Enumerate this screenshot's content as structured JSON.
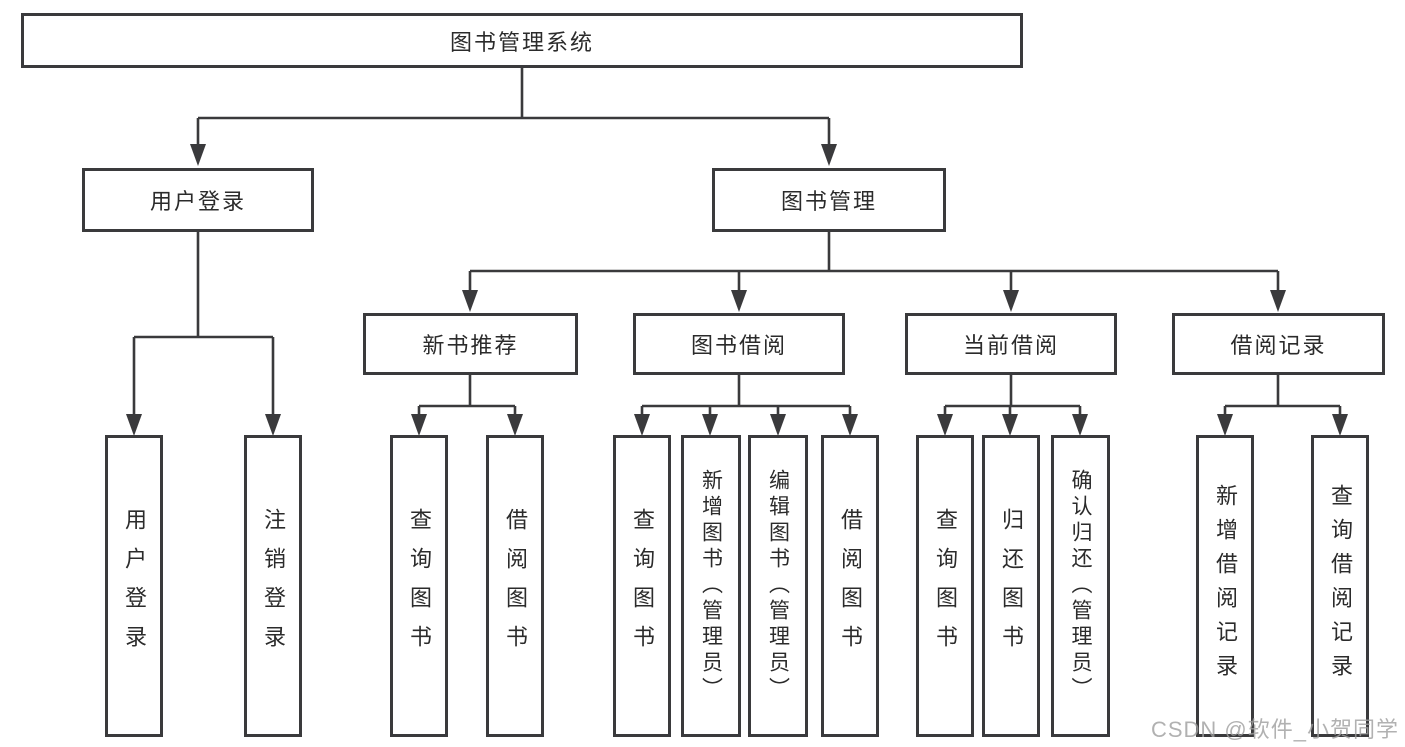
{
  "colors": {
    "line": "#3a3a3c",
    "text": "#2b2b2b",
    "watermark": "#9e9e9e",
    "background": "#ffffff"
  },
  "nodes": {
    "root": {
      "label": "图书管理系统"
    },
    "user_login": {
      "label": "用户登录"
    },
    "book_management": {
      "label": "图书管理"
    },
    "new_book_recommend": {
      "label": "新书推荐"
    },
    "book_borrow": {
      "label": "图书借阅"
    },
    "current_borrow": {
      "label": "当前借阅"
    },
    "borrow_records": {
      "label": "借阅记录"
    },
    "leaf_user_login": {
      "label": "用户登录"
    },
    "leaf_logout": {
      "label": "注销登录"
    },
    "leaf_nbr_query_books": {
      "label": "查询图书"
    },
    "leaf_nbr_borrow_books": {
      "label": "借阅图书"
    },
    "leaf_bb_query_books": {
      "label": "查询图书"
    },
    "leaf_bb_add_books": {
      "label": "新增图书（管理员）"
    },
    "leaf_bb_edit_books": {
      "label": "编辑图书（管理员）"
    },
    "leaf_bb_borrow_books": {
      "label": "借阅图书"
    },
    "leaf_cb_query_books": {
      "label": "查询图书"
    },
    "leaf_cb_return_books": {
      "label": "归还图书"
    },
    "leaf_cb_confirm_return": {
      "label": "确认归还（管理员）"
    },
    "leaf_br_add_record": {
      "label": "新增借阅记录"
    },
    "leaf_br_query_record": {
      "label": "查询借阅记录"
    }
  },
  "watermark": {
    "text": "CSDN @软件_小贺同学"
  }
}
